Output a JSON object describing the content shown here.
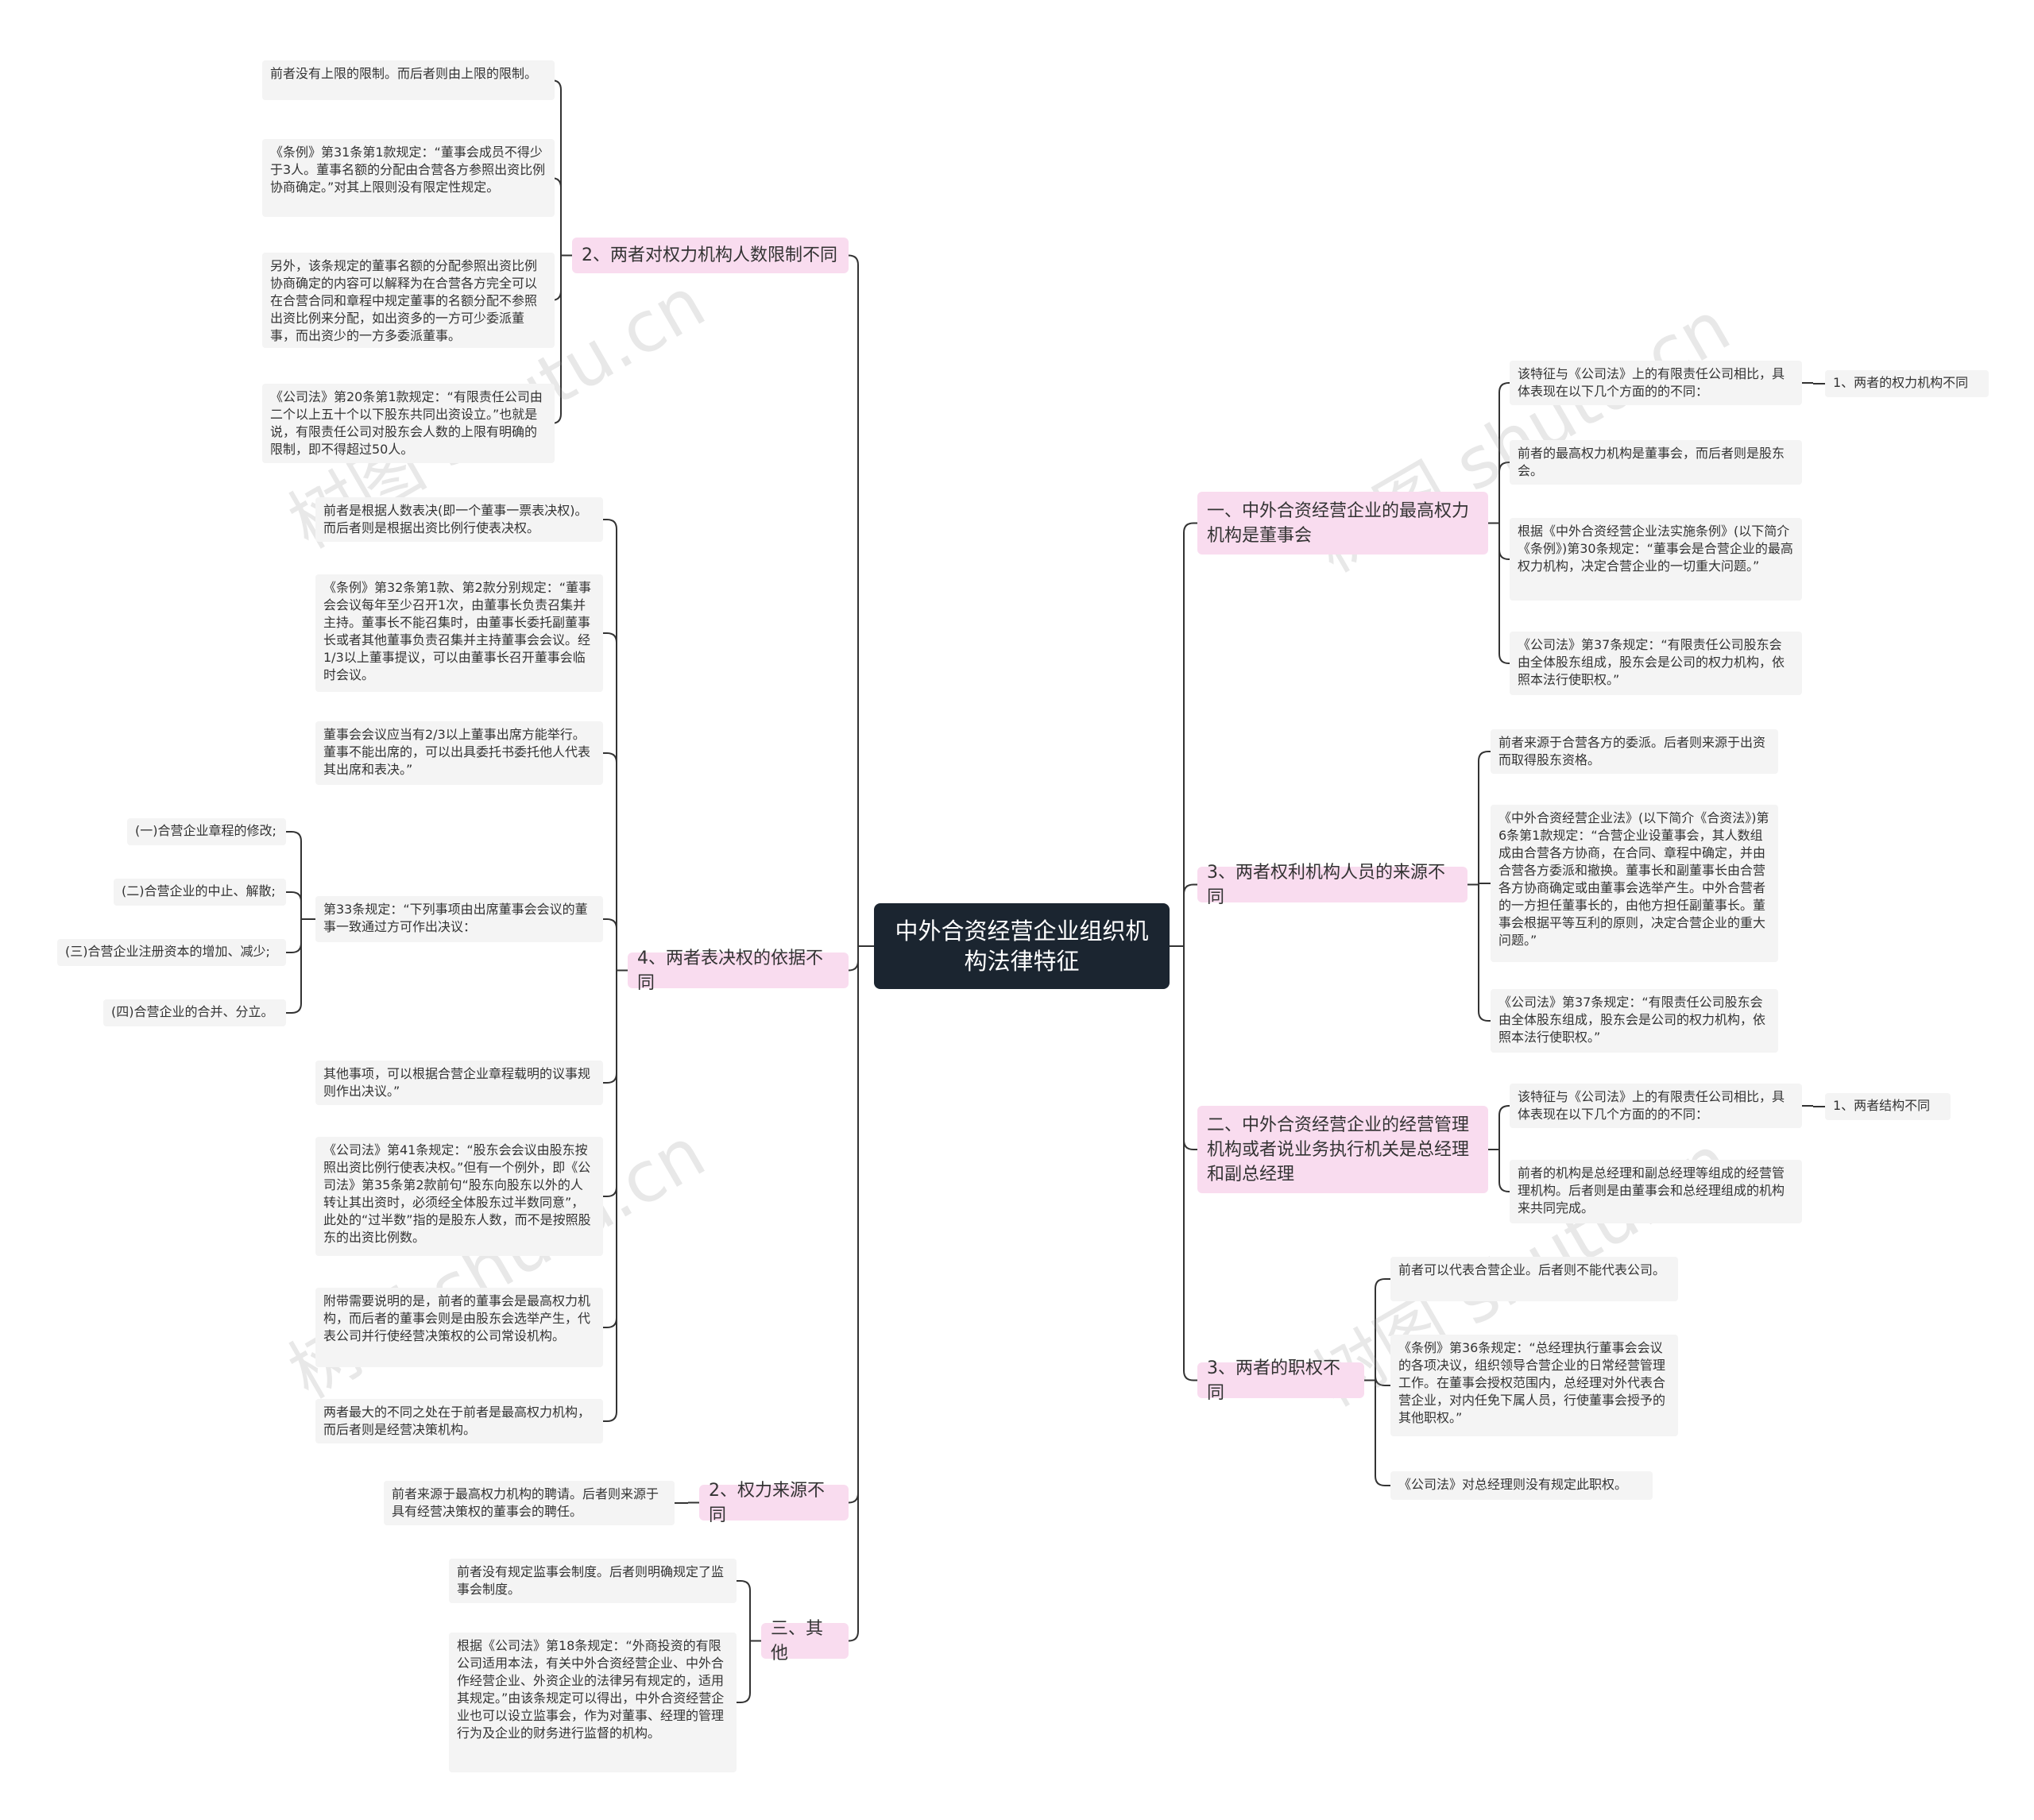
{
  "root": {
    "title": "中外合资经营企业组织机构法律特征"
  },
  "watermark": "树图 shutu.cn",
  "colors": {
    "root_bg": "#1b2530",
    "branch_bg": "#f9dcef",
    "leaf_bg": "#f4f4f4",
    "line": "#333333"
  },
  "left": [
    {
      "label": "2、两者对权力机构人数限制不同",
      "children": [
        {
          "text": "前者没有上限的限制。而后者则由上限的限制。"
        },
        {
          "text": "《条例》第31条第1款规定：“董事会成员不得少于3人。董事名额的分配由合营各方参照出资比例协商确定。”对其上限则没有限定性规定。"
        },
        {
          "text": "另外，该条规定的董事名额的分配参照出资比例协商确定的内容可以解释为在合营各方完全可以在合营合同和章程中规定董事的名额分配不参照出资比例来分配，如出资多的一方可少委派董事，而出资少的一方多委派董事。"
        },
        {
          "text": "《公司法》第20条第1款规定：“有限责任公司由二个以上五十个以下股东共同出资设立。”也就是说，有限责任公司对股东会人数的上限有明确的限制，即不得超过50人。"
        }
      ]
    },
    {
      "label": "4、两者表决权的依据不同",
      "children": [
        {
          "text": "前者是根据人数表决(即一个董事一票表决权)。而后者则是根据出资比例行使表决权。"
        },
        {
          "text": "《条例》第32条第1款、第2款分别规定：“董事会会议每年至少召开1次，由董事长负责召集并主持。董事长不能召集时，由董事长委托副董事长或者其他董事负责召集并主持董事会会议。经1/3以上董事提议，可以由董事长召开董事会临时会议。"
        },
        {
          "text": "董事会会议应当有2/3以上董事出席方能举行。董事不能出席的，可以出具委托书委托他人代表其出席和表决。”"
        },
        {
          "text": "第33条规定：“下列事项由出席董事会会议的董事一致通过方可作出决议：",
          "children": [
            {
              "text": "(一)合营企业章程的修改;"
            },
            {
              "text": "(二)合营企业的中止、解散;"
            },
            {
              "text": "(三)合营企业注册资本的增加、减少;"
            },
            {
              "text": "(四)合营企业的合并、分立。"
            }
          ]
        },
        {
          "text": "其他事项，可以根据合营企业章程载明的议事规则作出决议。”"
        },
        {
          "text": "《公司法》第41条规定：“股东会会议由股东按照出资比例行使表决权。”但有一个例外，即《公司法》第35条第2款前句“股东向股东以外的人转让其出资时，必须经全体股东过半数同意”，此处的“过半数”指的是股东人数，而不是按照股东的出资比例数。"
        },
        {
          "text": "附带需要说明的是，前者的董事会是最高权力机构，而后者的董事会则是由股东会选举产生，代表公司并行使经营决策权的公司常设机构。"
        },
        {
          "text": "两者最大的不同之处在于前者是最高权力机构，而后者则是经营决策机构。"
        }
      ]
    },
    {
      "label": "2、权力来源不同",
      "children": [
        {
          "text": "前者来源于最高权力机构的聘请。后者则来源于具有经营决策权的董事会的聘任。"
        }
      ]
    },
    {
      "label": "三、其他",
      "children": [
        {
          "text": "前者没有规定监事会制度。后者则明确规定了监事会制度。"
        },
        {
          "text": "根据《公司法》第18条规定：“外商投资的有限公司适用本法，有关中外合资经营企业、中外合作经营企业、外资企业的法律另有规定的，适用其规定。”由该条规定可以得出，中外合资经营企业也可以设立监事会，作为对董事、经理的管理行为及企业的财务进行监督的机构。"
        }
      ]
    }
  ],
  "right": [
    {
      "label": "一、中外合资经营企业的最高权力机构是董事会",
      "children": [
        {
          "text": "该特征与《公司法》上的有限责任公司相比，具体表现在以下几个方面的的不同：",
          "children": [
            {
              "text": "1、两者的权力机构不同"
            }
          ]
        },
        {
          "text": "前者的最高权力机构是董事会，而后者则是股东会。"
        },
        {
          "text": "根据《中外合资经营企业法实施条例》(以下简介《条例》)第30条规定：“董事会是合营企业的最高权力机构，决定合营企业的一切重大问题。”"
        },
        {
          "text": "《公司法》第37条规定：“有限责任公司股东会由全体股东组成，股东会是公司的权力机构，依照本法行使职权。”"
        }
      ]
    },
    {
      "label": "3、两者权利机构人员的来源不同",
      "children": [
        {
          "text": "前者来源于合营各方的委派。后者则来源于出资而取得股东资格。"
        },
        {
          "text": "《中外合资经营企业法》(以下简介《合资法》)第6条第1款规定：“合营企业设董事会，其人数组成由合营各方协商，在合同、章程中确定，并由合营各方委派和撤换。董事长和副董事长由合营各方协商确定或由董事会选举产生。中外合营者的一方担任董事长的，由他方担任副董事长。董事会根据平等互利的原则，决定合营企业的重大问题。”"
        },
        {
          "text": "《公司法》第37条规定：“有限责任公司股东会由全体股东组成，股东会是公司的权力机构，依照本法行使职权。”"
        }
      ]
    },
    {
      "label": "二、中外合资经营企业的经营管理机构或者说业务执行机关是总经理和副总经理",
      "children": [
        {
          "text": "该特征与《公司法》上的有限责任公司相比，具体表现在以下几个方面的的不同：",
          "children": [
            {
              "text": "1、两者结构不同"
            }
          ]
        },
        {
          "text": "前者的机构是总经理和副总经理等组成的经营管理机构。后者则是由董事会和总经理组成的机构来共同完成。"
        }
      ]
    },
    {
      "label": "3、两者的职权不同",
      "children": [
        {
          "text": "前者可以代表合营企业。后者则不能代表公司。"
        },
        {
          "text": "《条例》第36条规定：“总经理执行董事会会议的各项决议，组织领导合营企业的日常经营管理工作。在董事会授权范围内，总经理对外代表合营企业，对内任免下属人员，行使董事会授予的其他职权。”"
        },
        {
          "text": "《公司法》对总经理则没有规定此职权。"
        }
      ]
    }
  ]
}
